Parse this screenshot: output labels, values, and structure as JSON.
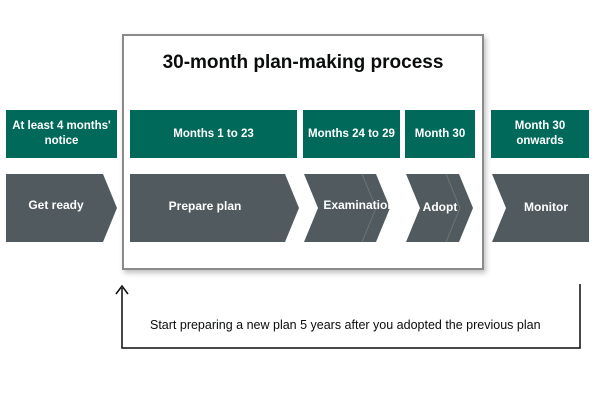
{
  "title": "30-month plan-making process",
  "headers": {
    "notice": "At least 4 months' notice",
    "months_1_23": "Months 1 to 23",
    "months_24_29": "Months 24 to 29",
    "month_30": "Month 30",
    "month_30_onwards": "Month 30 onwards"
  },
  "stages": {
    "get_ready": "Get ready",
    "prepare_plan": "Prepare plan",
    "examination": "Examination",
    "adopt": "Adopt",
    "monitor": "Monitor"
  },
  "loop_text": "Start preparing a new plan 5 years after you adopted the previous plan",
  "colors": {
    "header_green": "#00695a",
    "stage_grey": "#505a5f",
    "text": "#0b0c0c"
  },
  "icons": [
    "loop-arrow-icon"
  ]
}
